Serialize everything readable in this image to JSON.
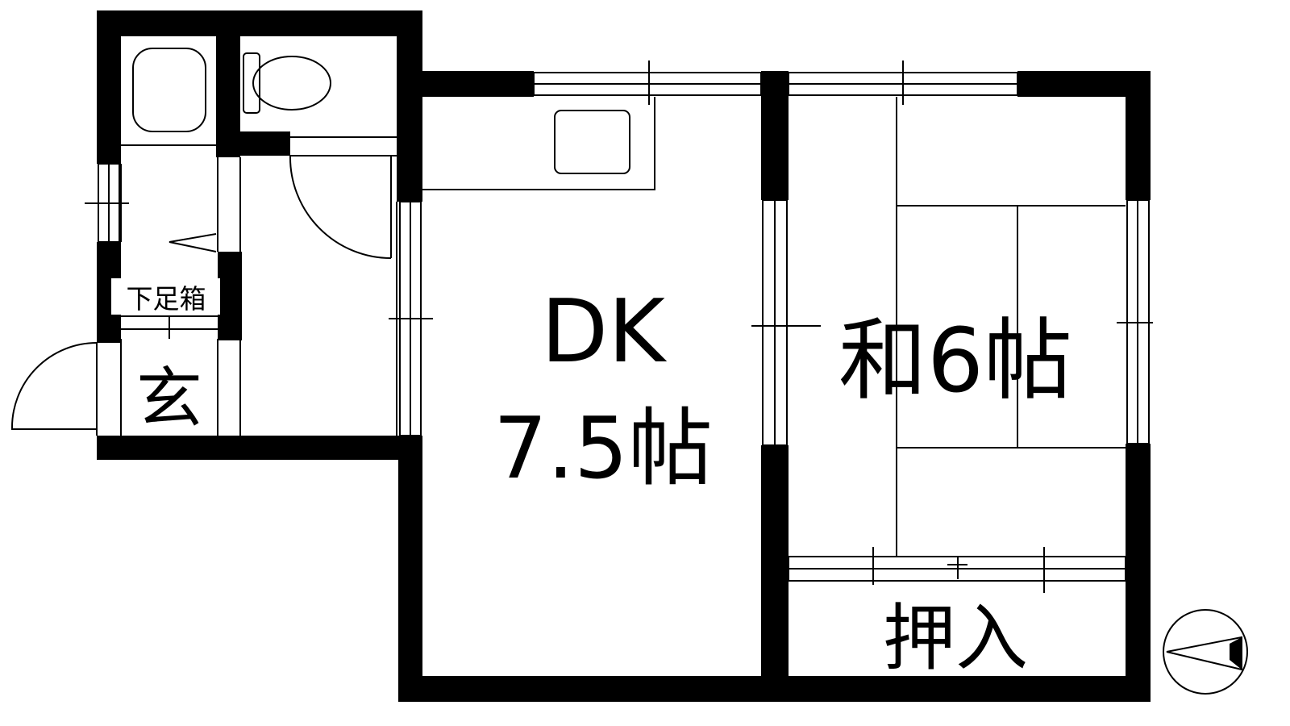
{
  "floor_plan": {
    "rooms": {
      "dk": {
        "name": "DK",
        "size": "7.5帖"
      },
      "washitsu": {
        "label": "和6帖"
      },
      "oshiire": {
        "label": "押入"
      },
      "genkan": {
        "label": "玄"
      },
      "getabako": {
        "label": "下足箱"
      }
    },
    "compass": {
      "symbol": "north-arrow-icon"
    },
    "colors": {
      "wall": "#000000",
      "line": "#000000",
      "background": "#ffffff"
    }
  }
}
